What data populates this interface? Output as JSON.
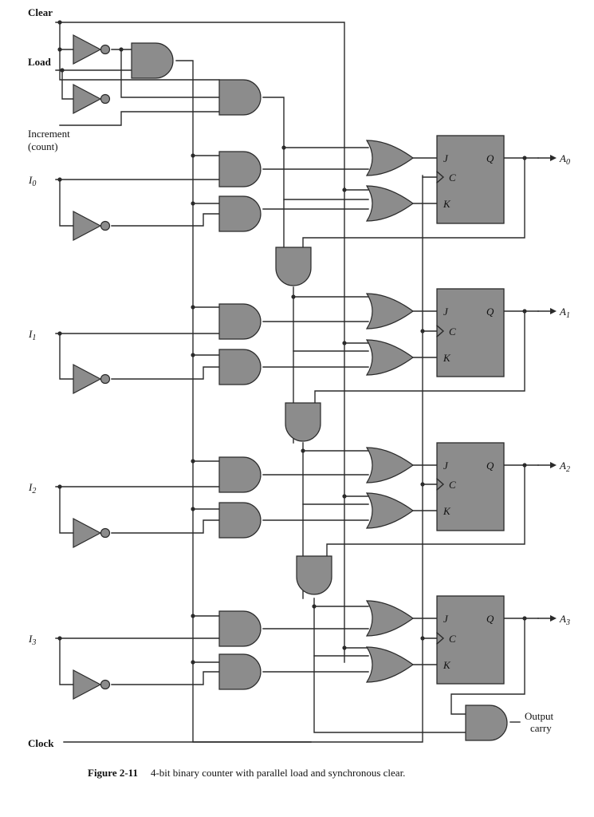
{
  "inputs": {
    "clear": "Clear",
    "load": "Load",
    "increment_line1": "Increment",
    "increment_line2": "(count)",
    "i0": "I",
    "i0_sub": "0",
    "i1": "I",
    "i1_sub": "1",
    "i2": "I",
    "i2_sub": "2",
    "i3": "I",
    "i3_sub": "3",
    "clock": "Clock"
  },
  "outputs": {
    "a0": "A",
    "a0_sub": "0",
    "a1": "A",
    "a1_sub": "1",
    "a2": "A",
    "a2_sub": "2",
    "a3": "A",
    "a3_sub": "3",
    "carry_line1": "Output",
    "carry_line2": "carry"
  },
  "flipflop_pins": {
    "j": "J",
    "k": "K",
    "c": "C",
    "q": "Q"
  },
  "caption": {
    "number": "Figure 2-11",
    "text": "4-bit binary counter with parallel load and synchronous clear."
  }
}
